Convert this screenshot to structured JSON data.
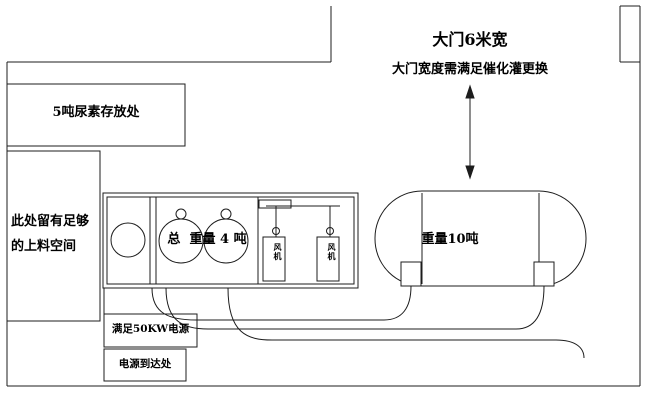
{
  "labels": {
    "gate_title": "大门6米宽",
    "gate_note": "大门宽度需满足催化灌更换",
    "urea_storage": "5吨尿素存放处",
    "loading_space_line1": "此处留有足够",
    "loading_space_line2": "的上料空间",
    "skid_weight": "总  重量 4 吨",
    "tank_weight": "重量10吨",
    "power_supply": "满足50KW电源",
    "power_arrival": "电源到达处",
    "fan_left": "风机",
    "fan_right": "风机"
  },
  "colors": {
    "line": "#1c1c1c",
    "background": "#ffffff",
    "text": "#000000"
  }
}
